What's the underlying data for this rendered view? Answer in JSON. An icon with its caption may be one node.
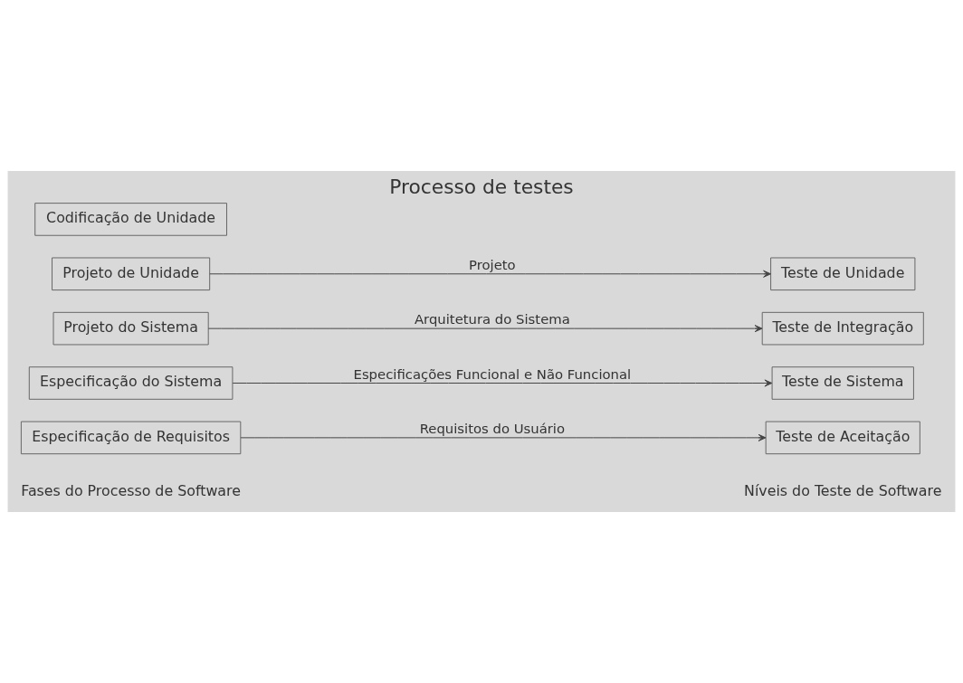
{
  "diagram": {
    "title": "Processo de testes",
    "nodes": [
      {
        "text": [
          "Especificação de Requisitos"
        ]
      },
      {
        "text": [
          "Teste de Aceitação"
        ]
      },
      {
        "text": [
          "Especificação do Sistema"
        ]
      },
      {
        "text": [
          "Teste de Sistema"
        ]
      },
      {
        "text": [
          "Projeto do Sistema"
        ]
      },
      {
        "text": [
          "Teste de Integração"
        ]
      },
      {
        "text": [
          "Projeto de Unidade"
        ]
      },
      {
        "text": [
          "Teste de Unidade"
        ]
      },
      {
        "text": [
          "Codificação de Unidade"
        ]
      }
    ],
    "edges": [
      {
        "from": 0,
        "to": 1,
        "arrow": "to",
        "label": "Requisitos do Usuário"
      },
      {
        "from": 2,
        "to": 3,
        "arrow": "to",
        "label": "Especificações Funcional e Não Funcional"
      },
      {
        "from": 4,
        "to": 5,
        "arrow": "to",
        "label": "Arquitetura do Sistema"
      },
      {
        "from": 6,
        "to": 7,
        "arrow": "to",
        "label": "Projeto"
      }
    ],
    "labels": [
      "Fases do Processo de Software",
      "Níveis do Teste de Software"
    ]
  }
}
